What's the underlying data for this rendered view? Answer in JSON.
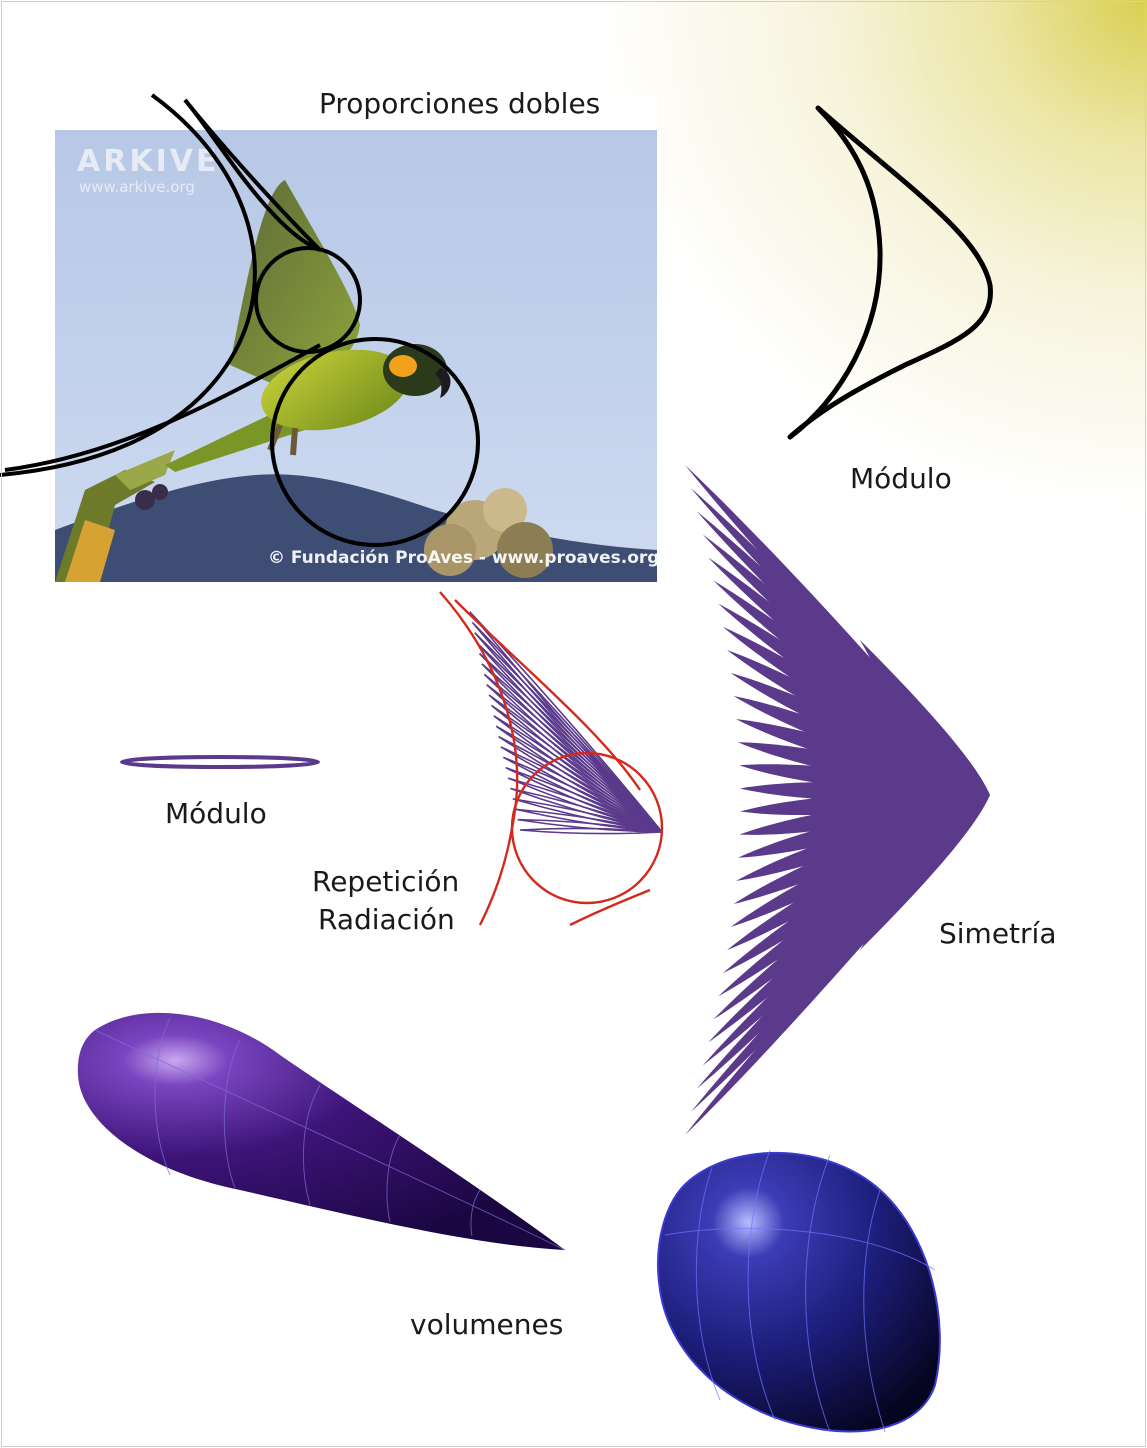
{
  "labels": {
    "title": "Proporciones dobles",
    "module_top": "Módulo",
    "module_left": "Módulo",
    "repetition": "Repetición",
    "radiation": "Radiación",
    "symmetry": "Simetría",
    "volumes": "volumenes"
  },
  "photo": {
    "watermark_logo": "ARKIVE",
    "watermark_url": "www.arkive.org",
    "credit": "© Fundación ProAves - www.proaves.org"
  },
  "colors": {
    "feather_purple": "#5b3a8c",
    "construction_red": "#d42a1e",
    "outline_black": "#000000",
    "volume_purple": "#3a1570",
    "volume_blue": "#1f1f80"
  }
}
